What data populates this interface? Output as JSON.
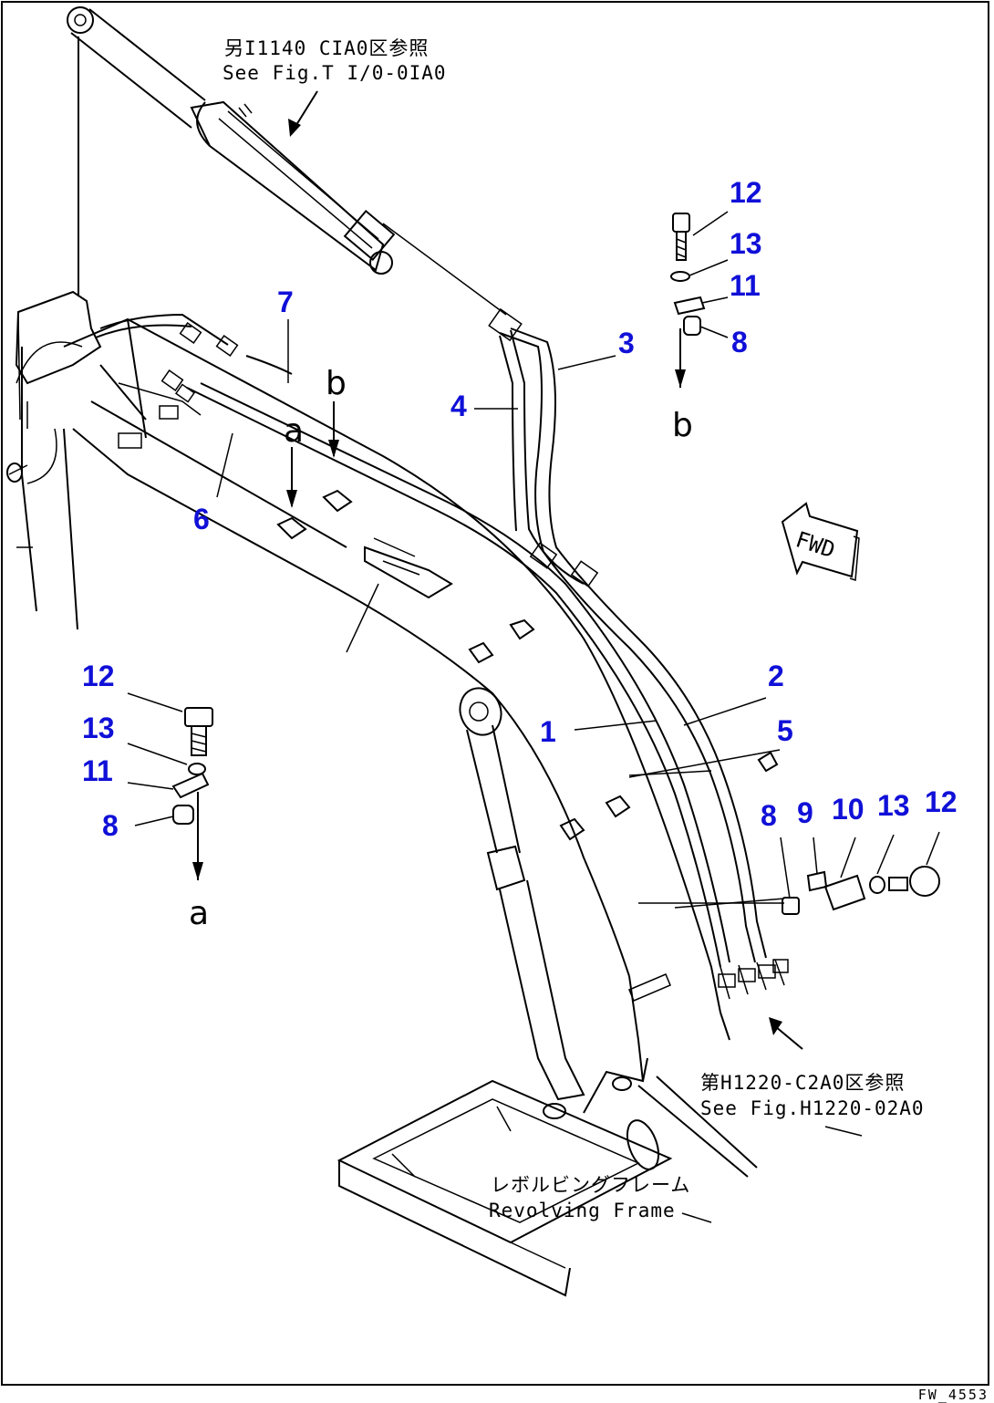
{
  "callouts": {
    "c1": "1",
    "c2": "2",
    "c3": "3",
    "c4": "4",
    "c5": "5",
    "c6": "6",
    "c7": "7",
    "c8a": "8",
    "c8b": "8",
    "c8c": "8",
    "c9": "9",
    "c10": "10",
    "c11a": "11",
    "c11b": "11",
    "c12a": "12",
    "c12b": "12",
    "c12c": "12",
    "c13a": "13",
    "c13b": "13",
    "c13c": "13"
  },
  "markers": {
    "a_top": "a",
    "a_bottom": "a",
    "b_top": "b",
    "b_bottom": "b"
  },
  "references": {
    "top_jp": "另I1140 CIA0区参照",
    "top_en": "See Fig.T I/0-0IA0",
    "right_jp": "第H1220-C2A0区参照",
    "right_en": "See Fig.H1220-02A0",
    "frame_jp": "レボルビングフレーム",
    "frame_en": "Revolving Frame"
  },
  "fwd_label": "FWD",
  "drawing_code": "FW_4553",
  "colors": {
    "callout": "#1010d8",
    "line": "#000000"
  }
}
